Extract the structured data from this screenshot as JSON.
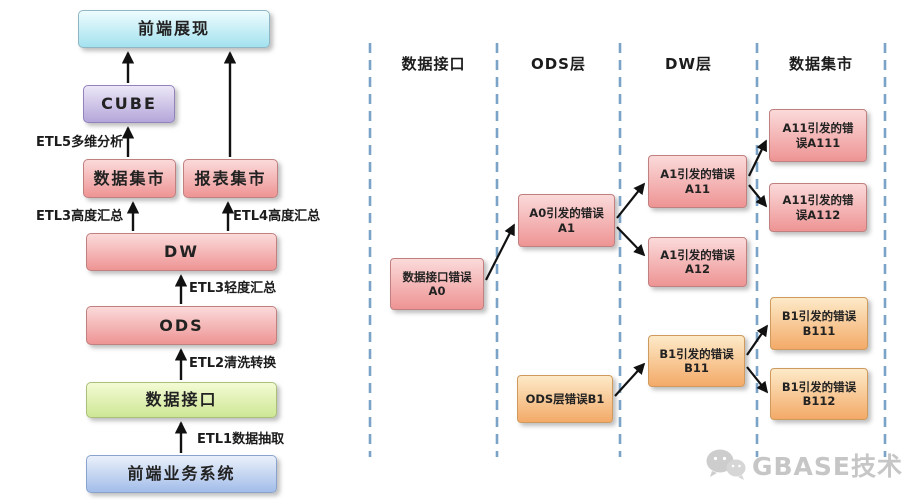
{
  "left_flow": {
    "boxes": {
      "frontend_display": "前端展现",
      "cube": "CUBE",
      "data_mart": "数据集市",
      "report_mart": "报表集市",
      "dw": "DW",
      "ods": "ODS",
      "data_interface": "数据接口",
      "frontend_business": "前端业务系统"
    },
    "etl_labels": {
      "etl5": "ETL5多维分析",
      "etl3_high": "ETL3高度汇总",
      "etl4_high": "ETL4高度汇总",
      "etl3_light": "ETL3轻度汇总",
      "etl2": "ETL2清洗转换",
      "etl1": "ETL1数据抽取"
    }
  },
  "right_matrix": {
    "column_headers": [
      "数据接口",
      "ODS层",
      "DW层",
      "数据集市"
    ],
    "boxes": {
      "a0": "数据接口错误A0",
      "a1": "A0引发的错误A1",
      "a11": "A1引发的错误A11",
      "a12": "A1引发的错误A12",
      "a111": "A11引发的错误A111",
      "a112": "A11引发的错误A112",
      "b1": "ODS层错误B1",
      "b11": "B1引发的错误B11",
      "b111": "B1引发的错误B111",
      "b112": "B1引发的错误B112"
    }
  },
  "watermark": {
    "brand": "GBASE技术"
  },
  "colors": {
    "pink_top": "#fbdada",
    "pink_bottom": "#ee9494",
    "pink_border": "#c08080",
    "orange_top": "#fdeac8",
    "orange_bottom": "#f3aa68",
    "orange_border": "#cf9a5e",
    "cyan_top": "#eefcfe",
    "cyan_bottom": "#a3e2ef",
    "purple_top": "#ece7f7",
    "purple_bottom": "#b4a6d9",
    "green_top": "#f4fbd4",
    "green_bottom": "#cde795",
    "blue_top": "#eaf0fa",
    "blue_bottom": "#a2bde9",
    "divider": "#7ba3c8",
    "arrow": "#111111",
    "watermark_gray": "#c6c6c6"
  }
}
